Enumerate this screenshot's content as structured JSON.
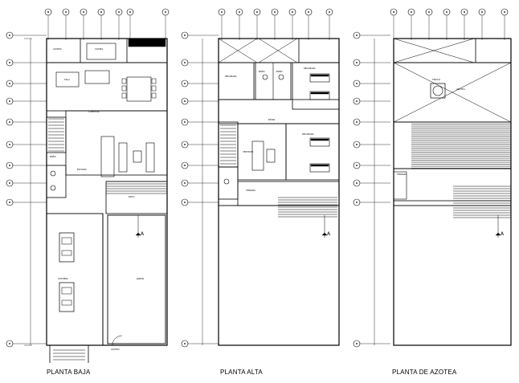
{
  "plans": [
    {
      "id": "planta-baja",
      "title": "PLANTA BAJA",
      "room_labels": [
        "ACCESO",
        "COCINA",
        "SALA",
        "COMEDOR",
        "ESTUDIO",
        "COCHERA",
        "JARDIN",
        "BAÑO",
        "PATIO",
        "ACCESO"
      ],
      "section_mark": "A"
    },
    {
      "id": "planta-alta",
      "title": "PLANTA ALTA",
      "room_labels": [
        "RECAMARA",
        "BAÑO",
        "BAÑO",
        "RECAMARA",
        "VESTIDOR",
        "ESTAR",
        "RECAMARA",
        "TERRAZA"
      ],
      "section_mark": "A"
    },
    {
      "id": "planta-azotea",
      "title": "PLANTA DE AZOTEA",
      "room_labels": [
        "TINACO",
        "AZOTEA",
        "TERRAZA"
      ],
      "section_mark": "A"
    }
  ],
  "colors": {
    "line": "#000000",
    "background": "#ffffff"
  }
}
